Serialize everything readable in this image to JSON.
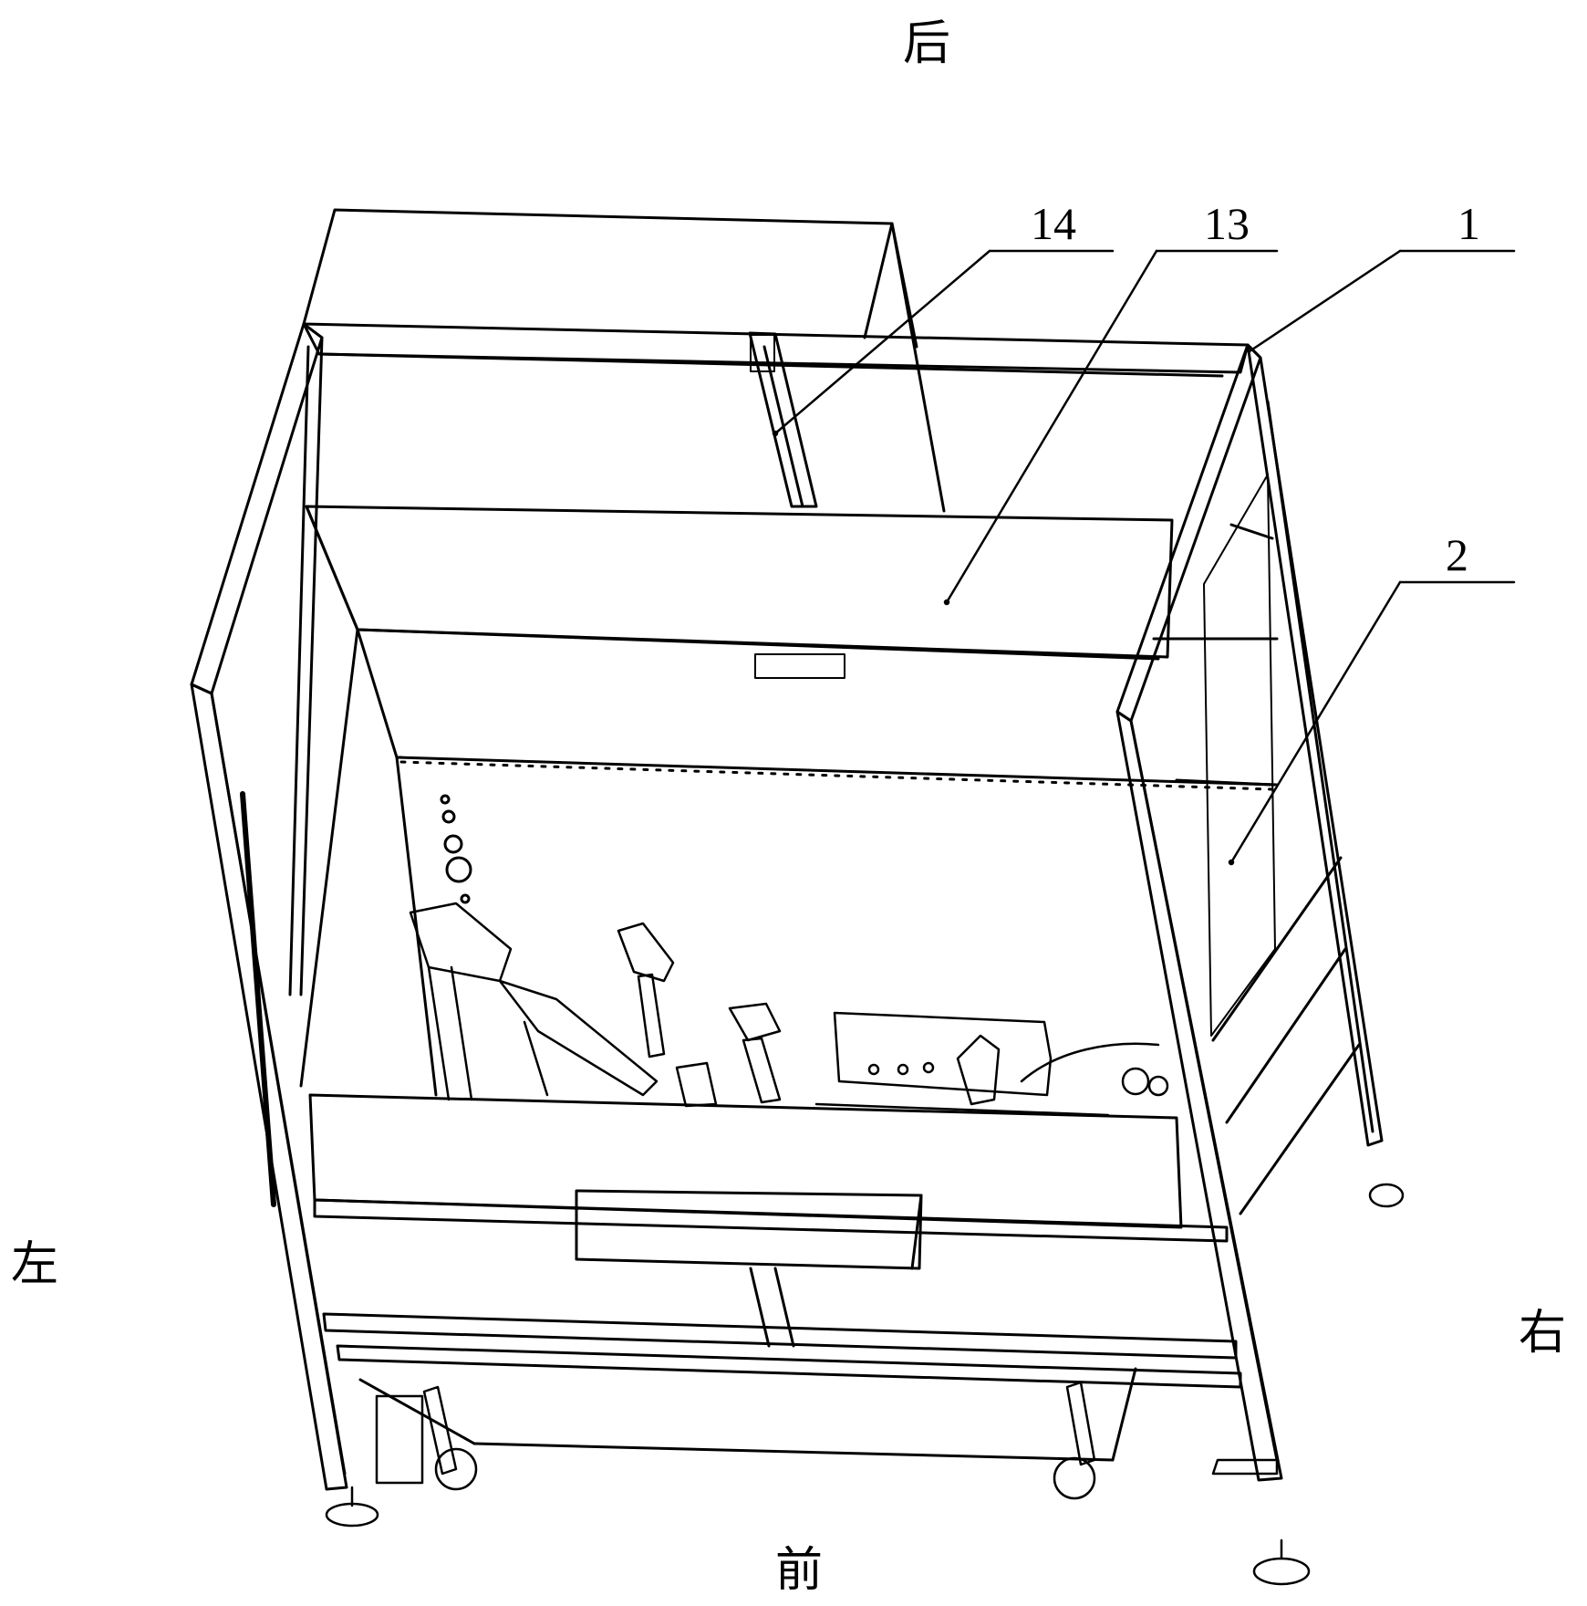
{
  "directions": {
    "back": "后",
    "front": "前",
    "left": "左",
    "right": "右"
  },
  "callouts": [
    {
      "id": "label-14",
      "text": "14"
    },
    {
      "id": "label-13",
      "text": "13"
    },
    {
      "id": "label-1",
      "text": "1"
    },
    {
      "id": "label-2",
      "text": "2"
    }
  ]
}
